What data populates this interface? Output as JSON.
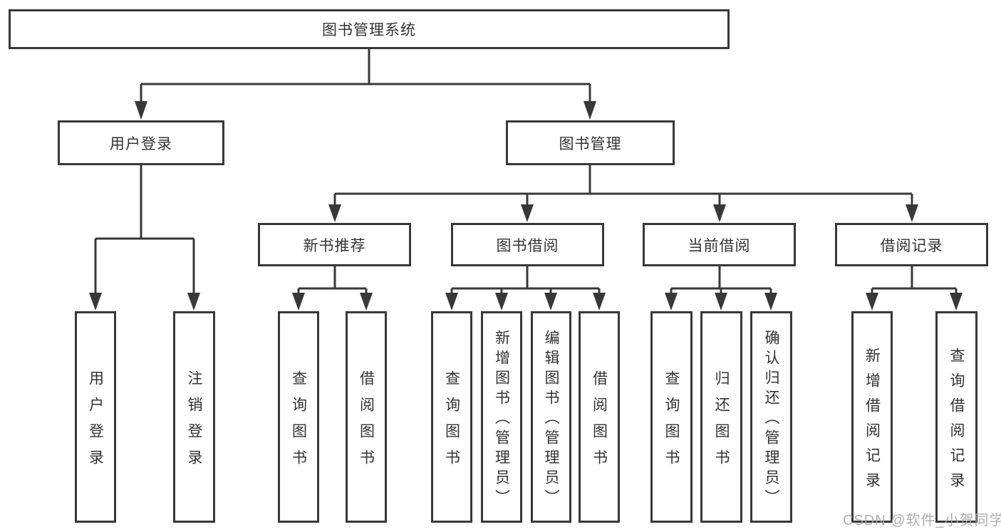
{
  "tree": {
    "root": {
      "label": "图书管理系统"
    },
    "branches": [
      {
        "label": "用户登录",
        "children": [
          {
            "label": "用户登录"
          },
          {
            "label": "注销登录"
          }
        ]
      },
      {
        "label": "图书管理",
        "children": [
          {
            "label": "新书推荐",
            "children": [
              {
                "label": "查询图书"
              },
              {
                "label": "借阅图书"
              }
            ]
          },
          {
            "label": "图书借阅",
            "children": [
              {
                "label": "查询图书"
              },
              {
                "label": "新增图书（管理员）"
              },
              {
                "label": "编辑图书（管理员）"
              },
              {
                "label": "借阅图书"
              }
            ]
          },
          {
            "label": "当前借阅",
            "children": [
              {
                "label": "查询图书"
              },
              {
                "label": "归还图书"
              },
              {
                "label": "确认归还（管理员）"
              }
            ]
          },
          {
            "label": "借阅记录",
            "children": [
              {
                "label": "新增借阅记录"
              },
              {
                "label": "查询借阅记录"
              }
            ]
          }
        ]
      }
    ]
  },
  "watermark": {
    "text": "CSDN @软件_小贺同学"
  },
  "colors": {
    "line": "#383838",
    "border": "#383838",
    "text": "#333333",
    "watermark": "#a8a8a8",
    "background": "#ffffff"
  }
}
